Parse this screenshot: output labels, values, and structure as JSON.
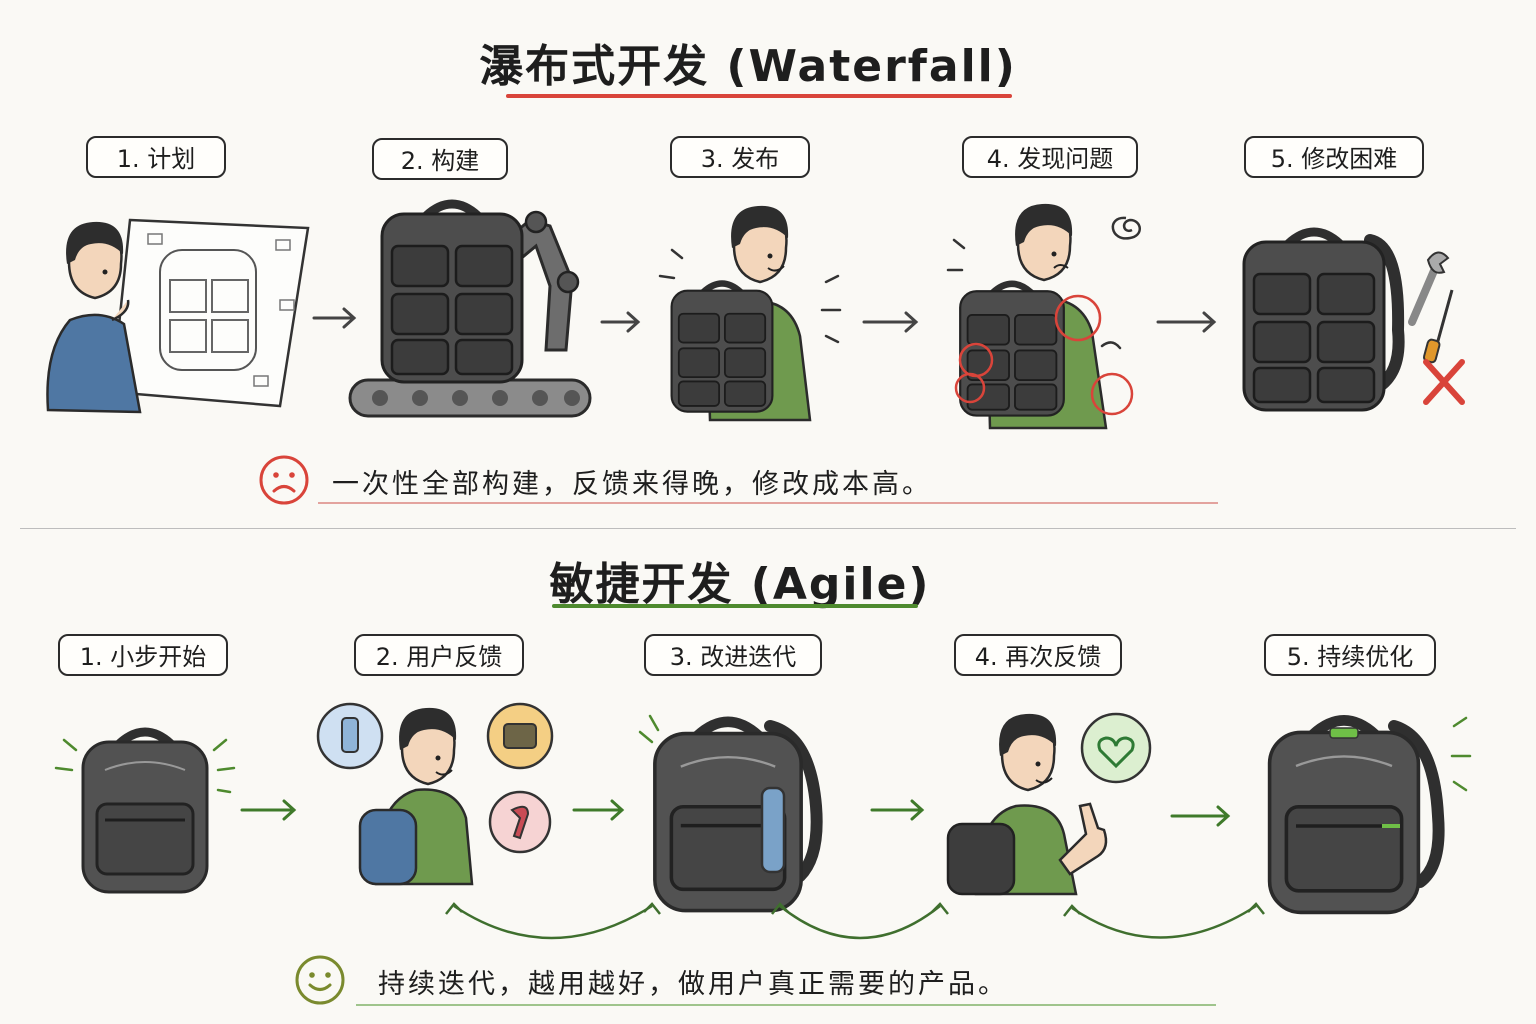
{
  "waterfall": {
    "title": "瀑布式开发 (Waterfall)",
    "steps": [
      {
        "label": "1. 计划"
      },
      {
        "label": "2. 构建"
      },
      {
        "label": "3. 发布"
      },
      {
        "label": "4. 发现问题"
      },
      {
        "label": "5. 修改困难"
      }
    ],
    "summary": "一次性全部构建，反馈来得晚，修改成本高。",
    "accent": "#d9443a",
    "face_icon": "sad-face-icon"
  },
  "agile": {
    "title": "敏捷开发 (Agile)",
    "steps": [
      {
        "label": "1. 小步开始"
      },
      {
        "label": "2. 用户反馈"
      },
      {
        "label": "3. 改进迭代"
      },
      {
        "label": "4. 再次反馈"
      },
      {
        "label": "5. 持续优化"
      }
    ],
    "summary": "持续迭代，越用越好，做用户真正需要的产品。",
    "accent": "#4e8a2e",
    "face_icon": "happy-face-icon"
  },
  "colors": {
    "backpack": "#4a4a4a",
    "shirt_blue": "#4f77a3",
    "shirt_green": "#6f9a4e",
    "arrow_dark": "#444444",
    "arrow_green": "#3f7a2a"
  }
}
